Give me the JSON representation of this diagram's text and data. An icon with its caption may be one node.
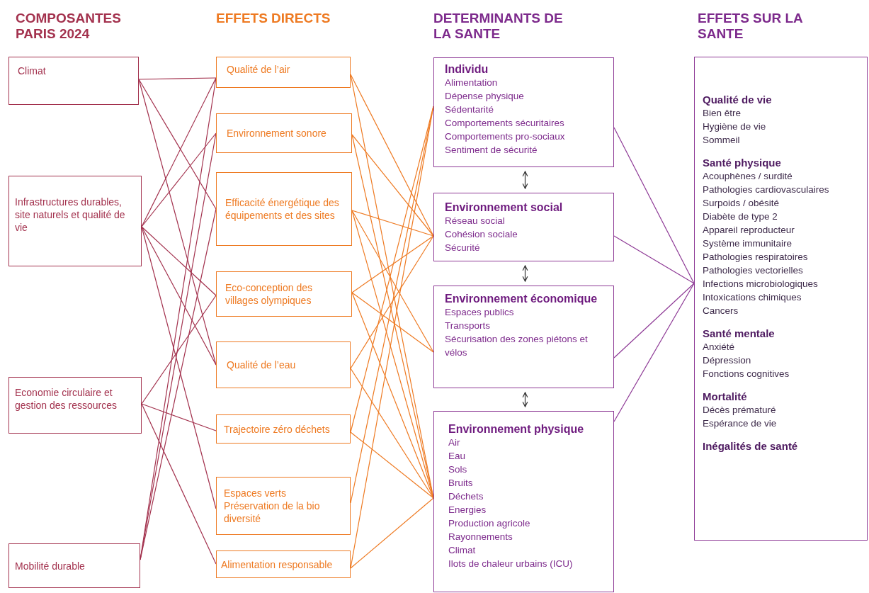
{
  "diagram": {
    "nodes": [
      {
        "text": [
          "Climat"
        ]
      },
      {
        "text": [
          "Infrastructures durables, site naturels et qualité de vie"
        ]
      },
      {
        "text": [
          "Economie circulaire et gestion des ressources"
        ]
      },
      {
        "text": [
          "Mobilité durable"
        ]
      },
      {
        "text": [
          "Qualité de l’air"
        ]
      },
      {
        "text": [
          "Environnement sonore"
        ]
      },
      {
        "text": [
          "Efficacité énergétique des équipements et des sites"
        ]
      },
      {
        "text": [
          "Eco-conception des villages olympiques"
        ]
      },
      {
        "text": [
          "Qualité de l’eau"
        ]
      },
      {
        "text": [
          "Trajectoire zéro déchets"
        ]
      },
      {
        "text": [
          "Espaces verts Préservation de la bio diversité"
        ]
      },
      {
        "text": [
          "Alimentation responsable"
        ]
      },
      {
        "text": [
          "Individu",
          "Alimentation",
          "Dépense physique",
          "Sédentarité",
          "Comportements sécuritaires",
          "Comportements pro-sociaux",
          "Sentiment de sécurité"
        ]
      },
      {
        "text": [
          "Environnement social",
          "Réseau social",
          "Cohésion sociale",
          "Sécurité"
        ]
      },
      {
        "text": [
          "Environnement économique",
          "Espaces publics",
          "Transports",
          "Sécurisation des zones piétons et vélos"
        ]
      },
      {
        "text": [
          "Environnement physique",
          "Air",
          "Eau",
          "Sols",
          "Bruits",
          "Déchets",
          "Energies",
          "Production agricole",
          "Rayonnements",
          "Climat",
          "Ilots de chaleur urbains (ICU)"
        ]
      },
      {
        "text": [
          "Qualité de vie",
          "Bien être",
          "Hygiène de vie",
          "Sommeil",
          "Santé physique",
          "Acouphènes / surdité",
          "Pathologies cardiovasculaires",
          "Surpoids / obésité",
          "Diabète de type 2",
          "Appareil reproducteur",
          "Système immunitaire",
          "Pathologies respiratoires",
          "Pathologies vectorielles",
          "Infections microbiologiques",
          "Intoxications chimiques",
          "Cancers",
          "Santé mentale",
          "Anxiété",
          "Dépression",
          "Fonctions cognitives",
          "Mortalité",
          "Décès prématuré",
          "Espérance de vie",
          "Inégalités de santé"
        ]
      }
    ],
    "edges": [
      {
        "from": 0,
        "to": 4,
        "arrow": "none",
        "color": "#a3324e"
      },
      {
        "from": 0,
        "to": 6,
        "arrow": "none",
        "color": "#a3324e"
      },
      {
        "from": 0,
        "to": 8,
        "arrow": "none",
        "color": "#a3324e"
      },
      {
        "from": 1,
        "to": 4,
        "arrow": "none",
        "color": "#a3324e"
      },
      {
        "from": 1,
        "to": 5,
        "arrow": "none",
        "color": "#a3324e"
      },
      {
        "from": 1,
        "to": 7,
        "arrow": "none",
        "color": "#a3324e"
      },
      {
        "from": 1,
        "to": 8,
        "arrow": "none",
        "color": "#a3324e"
      },
      {
        "from": 1,
        "to": 10,
        "arrow": "none",
        "color": "#a3324e"
      },
      {
        "from": 2,
        "to": 7,
        "arrow": "none",
        "color": "#a3324e"
      },
      {
        "from": 2,
        "to": 9,
        "arrow": "none",
        "color": "#a3324e"
      },
      {
        "from": 2,
        "to": 11,
        "arrow": "none",
        "color": "#a3324e"
      },
      {
        "from": 3,
        "to": 4,
        "arrow": "none",
        "color": "#a3324e"
      },
      {
        "from": 3,
        "to": 5,
        "arrow": "none",
        "color": "#a3324e"
      },
      {
        "from": 3,
        "to": 6,
        "arrow": "none",
        "color": "#a3324e"
      },
      {
        "from": 4,
        "to": 13,
        "arrow": "none"
      },
      {
        "from": 4,
        "to": 15,
        "arrow": "none"
      },
      {
        "from": 5,
        "to": 13,
        "arrow": "none"
      },
      {
        "from": 5,
        "to": 15,
        "arrow": "none"
      },
      {
        "from": 6,
        "to": 13,
        "arrow": "none"
      },
      {
        "from": 6,
        "to": 14,
        "arrow": "none"
      },
      {
        "from": 6,
        "to": 15,
        "arrow": "none"
      },
      {
        "from": 7,
        "to": 13,
        "arrow": "none"
      },
      {
        "from": 7,
        "to": 14,
        "arrow": "none"
      },
      {
        "from": 7,
        "to": 15,
        "arrow": "none"
      },
      {
        "from": 8,
        "to": 13,
        "arrow": "none"
      },
      {
        "from": 8,
        "to": 15,
        "arrow": "none"
      },
      {
        "from": 9,
        "to": 12,
        "arrow": "none"
      },
      {
        "from": 9,
        "to": 15,
        "arrow": "none"
      },
      {
        "from": 10,
        "to": 12,
        "arrow": "none"
      },
      {
        "from": 11,
        "to": 12,
        "arrow": "none"
      },
      {
        "from": 11,
        "to": 15,
        "arrow": "none"
      },
      {
        "from": 12,
        "to": 16,
        "arrow": "none",
        "color": "#8e3a96"
      },
      {
        "from": 13,
        "to": 16,
        "arrow": "none",
        "color": "#8e3a96"
      },
      {
        "from": 14,
        "to": 16,
        "arrow": "none",
        "color": "#8e3a96"
      },
      {
        "from": 15,
        "to": 16,
        "arrow": "none",
        "color": "#8e3a96"
      },
      {
        "from": 12,
        "to": 13,
        "arrow": "both",
        "color": "#333333"
      },
      {
        "from": 13,
        "to": 14,
        "arrow": "both",
        "color": "#333333"
      },
      {
        "from": 14,
        "to": 15,
        "arrow": "both",
        "color": "#333333"
      }
    ],
    "labels": [
      "COMPOSANTES PARIS 2024",
      "EFFETS DIRECTS",
      "DETERMINANTS DE LA SANTE",
      "EFFETS SUR LA SANTE"
    ]
  }
}
